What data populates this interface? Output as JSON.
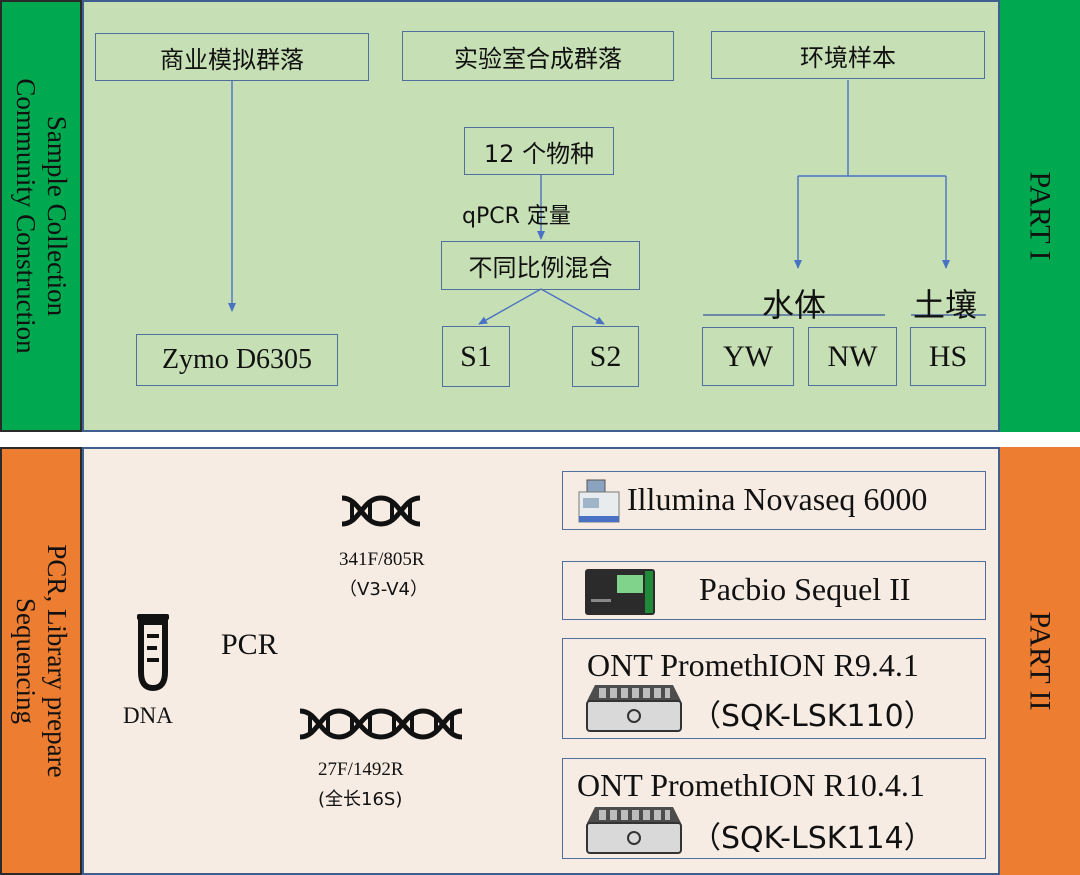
{
  "part1": {
    "side_label_lines": [
      "Sample Collection",
      "Community Construction"
    ],
    "part_label": "PART I",
    "sources": {
      "commercial": "商业模拟群落",
      "lab": "实验室合成群落",
      "environment": "环境样本"
    },
    "species": "12 个物种",
    "quant": "qPCR 定量",
    "mix": "不同比例混合",
    "zymo": "Zymo D6305",
    "s1": "S1",
    "s2": "S2",
    "water_label": "水体",
    "soil_label": "土壤",
    "yw": "YW",
    "nw": "NW",
    "hs": "HS"
  },
  "part2": {
    "side_label_lines": [
      "PCR, Library prepare",
      "Sequencing"
    ],
    "part_label": "PART II",
    "dna_label": "DNA",
    "pcr_label": "PCR",
    "amplicon_short": {
      "primers": "341F/805R",
      "region": "（V3-V4）"
    },
    "amplicon_full": {
      "primers": "27F/1492R",
      "region": "(全长16S)"
    },
    "platforms": {
      "illumina": "Illumina Novaseq 6000",
      "pacbio": "Pacbio Sequel II",
      "ont1_name": "ONT PromethION R9.4.1",
      "ont1_kit": "（SQK-LSK110）",
      "ont2_name": "ONT PromethION R10.4.1",
      "ont2_kit": "（SQK-LSK114）"
    }
  },
  "colors": {
    "green_bar": "#00a84f",
    "orange_bar": "#ec7d31",
    "panel1_bg": "#c6dfb5",
    "panel2_bg": "#f6ece3",
    "arrow": "#4a72c4"
  }
}
